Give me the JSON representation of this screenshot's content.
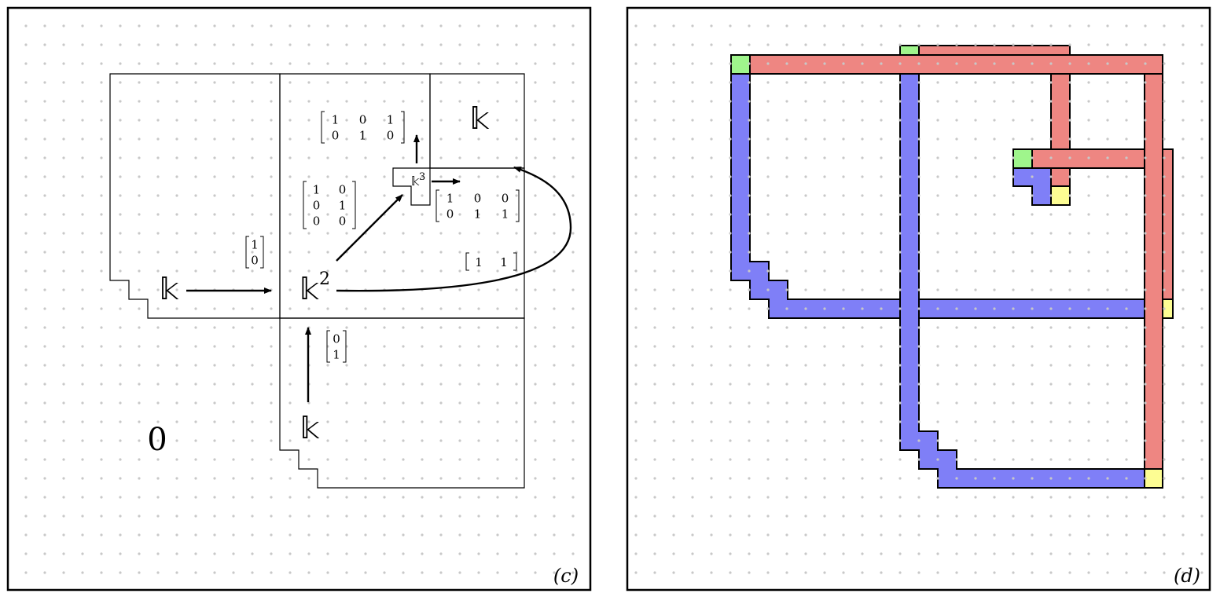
{
  "panel_c": {
    "label": "(c)",
    "k_top_right": "𝕜",
    "k_left": "𝕜",
    "k_squared_base": "𝕜",
    "k_squared_exp": "2",
    "k_cubed_base": "𝕜",
    "k_cubed_exp": "3",
    "k_bottom": "𝕜",
    "zero": "0",
    "matrix_top": [
      [
        "1",
        "0",
        "1"
      ],
      [
        "0",
        "1",
        "0"
      ]
    ],
    "matrix_mid_left": [
      [
        "1",
        "0"
      ],
      [
        "0",
        "1"
      ],
      [
        "0",
        "0"
      ]
    ],
    "matrix_mid_right": [
      [
        "1",
        "0",
        "0"
      ],
      [
        "0",
        "1",
        "1"
      ]
    ],
    "vector_left": [
      [
        "1"
      ],
      [
        "0"
      ]
    ],
    "vector_bottom": [
      [
        "0"
      ],
      [
        "1"
      ]
    ],
    "row_vector": [
      [
        "1",
        "1"
      ]
    ]
  },
  "panel_d": {
    "label": "(d)",
    "colors": {
      "red": "#ee8682",
      "blue": "#7f7ff7",
      "green": "#9ff58c",
      "yellow": "#fdfd93"
    }
  }
}
